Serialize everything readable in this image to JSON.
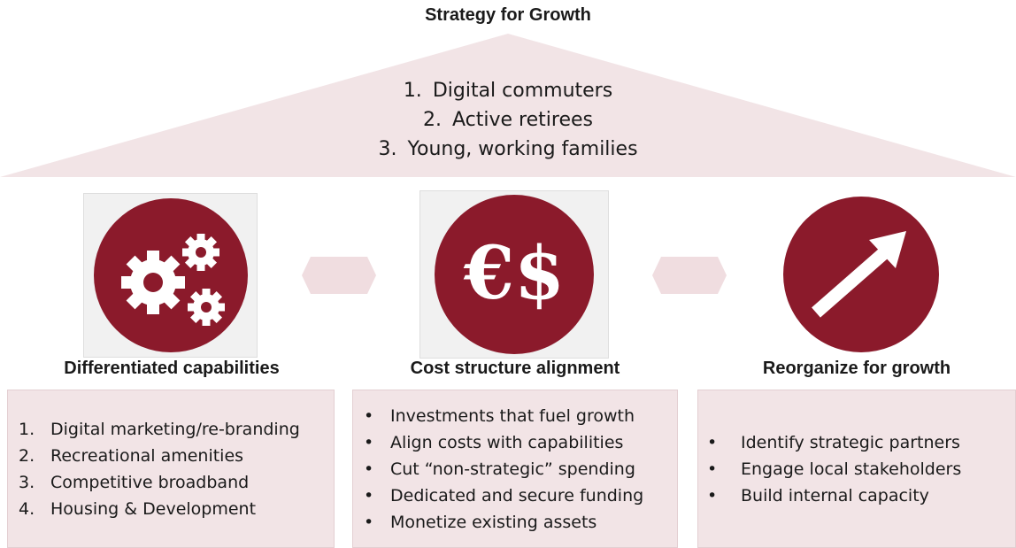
{
  "title": "Strategy for Growth",
  "colors": {
    "roof": "#f2e4e6",
    "icon_circle": "#8b1a2b",
    "box": "#f2e4e6",
    "connector": "#f0dde0"
  },
  "segments": [
    {
      "num": "1.",
      "label": "Digital commuters"
    },
    {
      "num": "2.",
      "label": "Active retirees"
    },
    {
      "num": "3.",
      "label": "Young, working families"
    }
  ],
  "pillars": [
    {
      "title": "Differentiated capabilities",
      "icon": "gears-icon",
      "marker_style": "numbered",
      "items": [
        {
          "marker": "1.",
          "text": "Digital marketing/re-branding"
        },
        {
          "marker": "2.",
          "text": "Recreational amenities"
        },
        {
          "marker": "3.",
          "text": "Competitive broadband"
        },
        {
          "marker": "4.",
          "text": "Housing & Development"
        }
      ]
    },
    {
      "title": "Cost structure alignment",
      "icon": "euro-dollar-icon",
      "icon_text": "€$",
      "marker_style": "bullet",
      "items": [
        {
          "marker": "•",
          "text": "Investments that fuel growth"
        },
        {
          "marker": "•",
          "text": "Align costs with capabilities"
        },
        {
          "marker": "•",
          "text": "Cut “non-strategic” spending"
        },
        {
          "marker": "•",
          "text": "Dedicated and secure funding"
        },
        {
          "marker": "•",
          "text": "Monetize existing assets"
        }
      ]
    },
    {
      "title": "Reorganize for growth",
      "icon": "growth-arrow-icon",
      "marker_style": "bullet",
      "items": [
        {
          "marker": "•",
          "text": "Identify strategic partners"
        },
        {
          "marker": "•",
          "text": "Engage local stakeholders"
        },
        {
          "marker": "•",
          "text": "Build internal capacity"
        }
      ]
    }
  ]
}
